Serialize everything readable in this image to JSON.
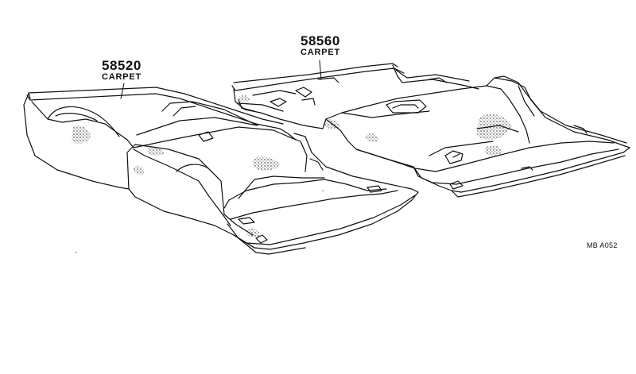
{
  "parts": [
    {
      "number": "58520",
      "name": "CARPET"
    },
    {
      "number": "58560",
      "name": "CARPET"
    }
  ],
  "catalog_code": "MB A052",
  "colors": {
    "ink": "#111111",
    "background": "#ffffff"
  }
}
